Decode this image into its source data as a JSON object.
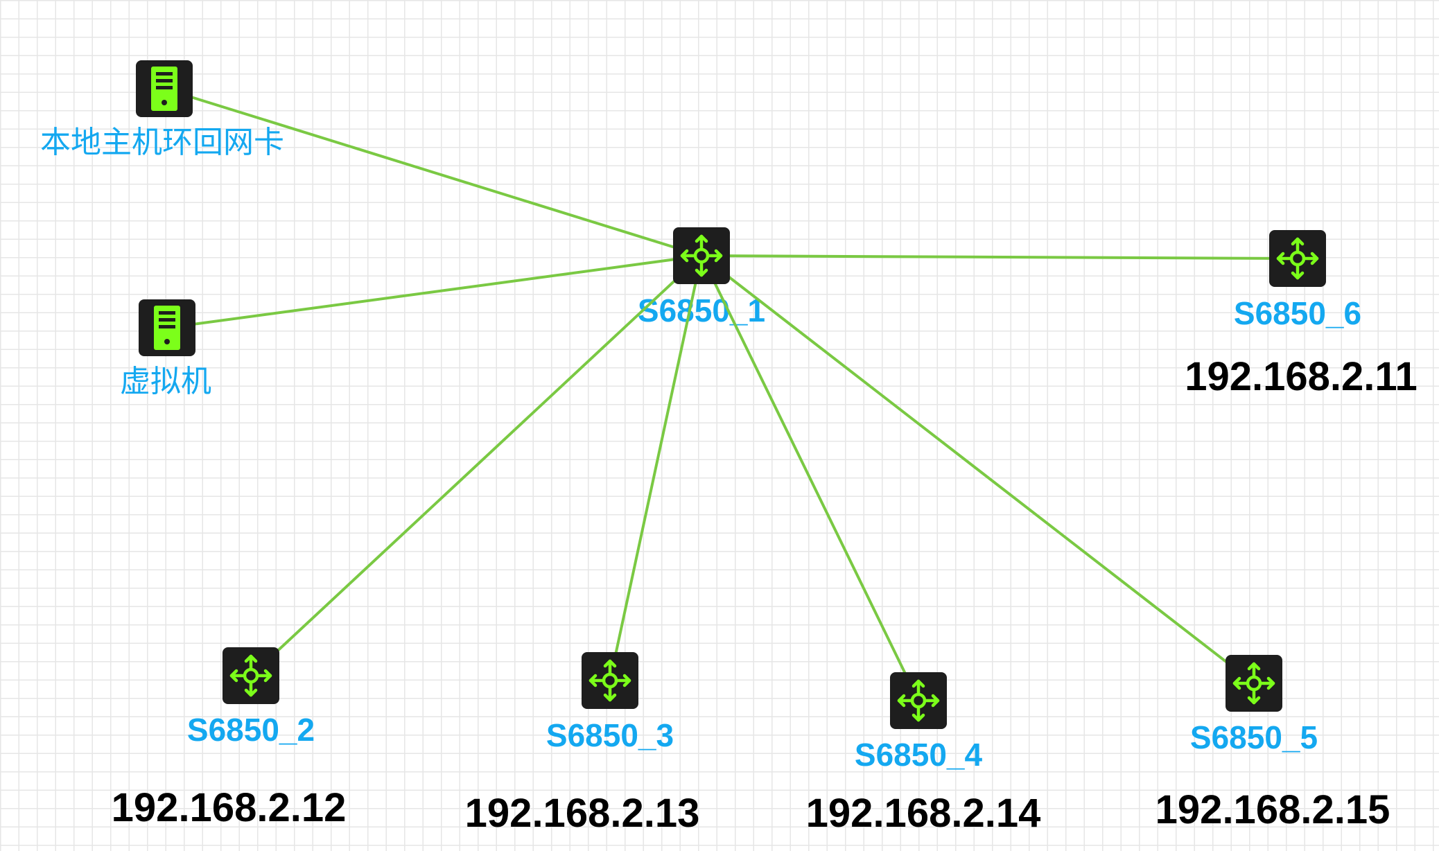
{
  "colors": {
    "link": "#7ac943",
    "device_body": "#1e1e1e",
    "device_glyph": "#7cff1a",
    "label": "#14a8f0",
    "ip_text": "#000000"
  },
  "hosts": [
    {
      "id": "host1",
      "label": "本地主机环回网卡",
      "icon": "server-icon"
    },
    {
      "id": "host2",
      "label": "虚拟机",
      "icon": "server-icon"
    }
  ],
  "switches": [
    {
      "id": "s1",
      "label": "S6850_1",
      "icon": "switch-icon"
    },
    {
      "id": "s2",
      "label": "S6850_2",
      "ip": "192.168.2.12",
      "icon": "switch-icon"
    },
    {
      "id": "s3",
      "label": "S6850_3",
      "ip": "192.168.2.13",
      "icon": "switch-icon"
    },
    {
      "id": "s4",
      "label": "S6850_4",
      "ip": "192.168.2.14",
      "icon": "switch-icon"
    },
    {
      "id": "s5",
      "label": "S6850_5",
      "ip": "192.168.2.15",
      "icon": "switch-icon"
    },
    {
      "id": "s6",
      "label": "S6850_6",
      "ip": "192.168.2.11",
      "icon": "switch-icon"
    }
  ],
  "links": [
    [
      "host1",
      "s1"
    ],
    [
      "host2",
      "s1"
    ],
    [
      "s1",
      "s6"
    ],
    [
      "s1",
      "s2"
    ],
    [
      "s1",
      "s3"
    ],
    [
      "s1",
      "s4"
    ],
    [
      "s1",
      "s5"
    ]
  ]
}
